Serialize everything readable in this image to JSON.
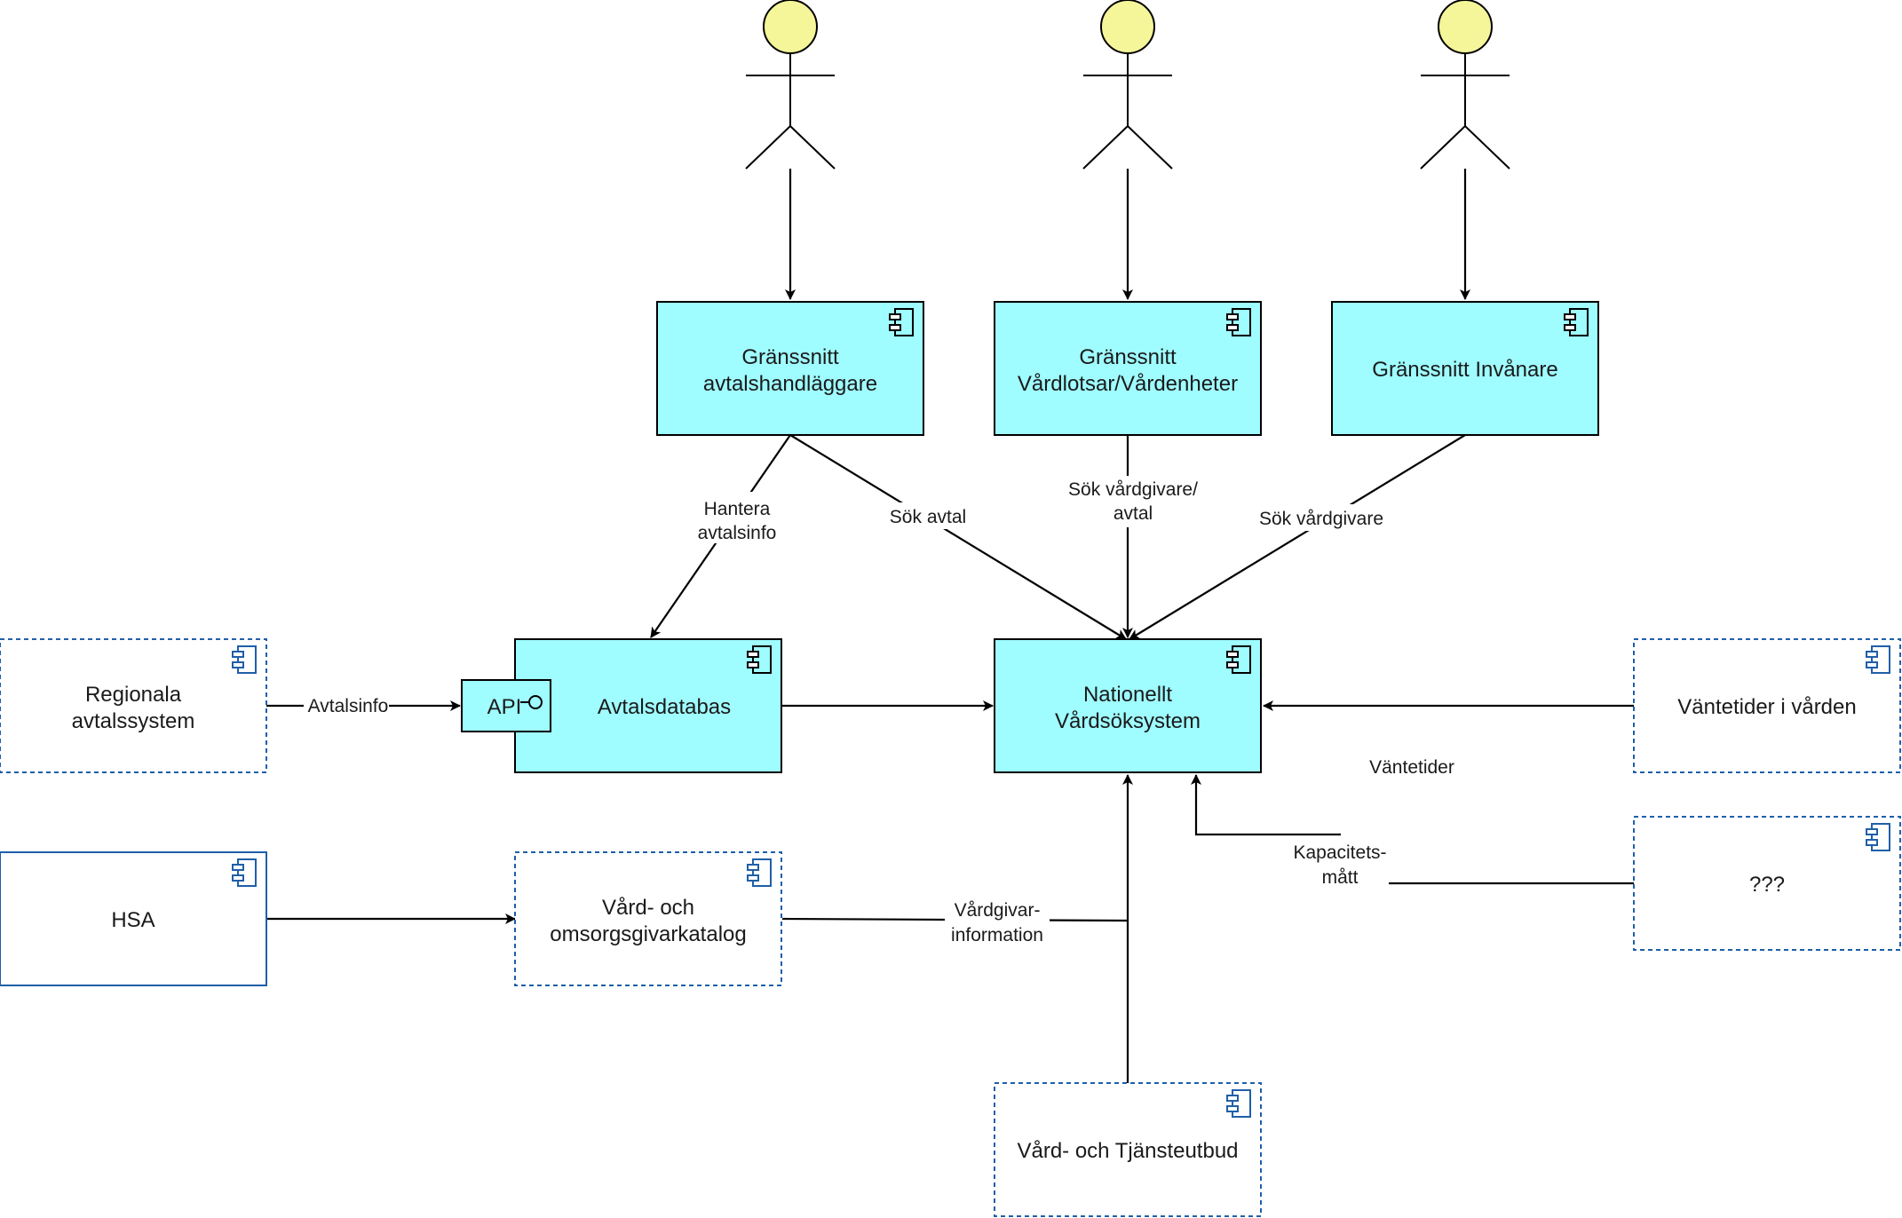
{
  "actors": [
    {
      "id": "actor-avtal",
      "fill": "#f5f59a"
    },
    {
      "id": "actor-vardlotsar",
      "fill": "#f5f59a"
    },
    {
      "id": "actor-invanare",
      "fill": "#f5f59a"
    }
  ],
  "colors": {
    "solid_fill": "#9ffcff",
    "solid_stroke": "#000000",
    "dashed_stroke": "#1f5fa8",
    "hsa_stroke": "#1f5fa8",
    "component_icon": "#1f5fa8",
    "connector": "#000000"
  },
  "boxes": {
    "granssnitt_avtal": {
      "lines": [
        "Gränssnitt",
        "avtalshandläggare"
      ],
      "style": "solid"
    },
    "granssnitt_vardlotsar": {
      "lines": [
        "Gränssnitt",
        "Vårdlotsar/Vårdenheter"
      ],
      "style": "solid"
    },
    "granssnitt_invanare": {
      "lines": [
        "Gränssnitt Invånare"
      ],
      "style": "solid"
    },
    "regionala": {
      "lines": [
        "Regionala",
        "avtalssystem"
      ],
      "style": "dashed"
    },
    "avtalsdatabas": {
      "lines": [
        "Avtalsdatabas"
      ],
      "style": "solid"
    },
    "api": {
      "label": "API"
    },
    "nationellt": {
      "lines": [
        "Nationellt",
        "Vårdsöksystem"
      ],
      "style": "solid"
    },
    "vantetider_box": {
      "lines": [
        "Väntetider i vården"
      ],
      "style": "dashed"
    },
    "unknown_box": {
      "lines": [
        "???"
      ],
      "style": "dashed"
    },
    "hsa": {
      "lines": [
        "HSA"
      ],
      "style": "plain"
    },
    "katalog": {
      "lines": [
        "Vård- och",
        "omsorgsgivarkatalog"
      ],
      "style": "dashed"
    },
    "tjansteutbud": {
      "lines": [
        "Vård- och Tjänsteutbud"
      ],
      "style": "dashed"
    }
  },
  "labels": {
    "hantera": [
      "Hantera",
      "avtalsinfo"
    ],
    "sok_avtal": [
      "Sök avtal"
    ],
    "sok_vardgivare_avtal": [
      "Sök vårdgivare/",
      "avtal"
    ],
    "sok_vardgivare": [
      "Sök vårdgivare"
    ],
    "avtalsinfo": [
      "Avtalsinfo"
    ],
    "vantetider": [
      "Väntetider"
    ],
    "kapacitet": [
      "Kapacitets-",
      "mått"
    ],
    "vardgivarinfo": [
      "Vårdgivar-",
      "information"
    ]
  }
}
